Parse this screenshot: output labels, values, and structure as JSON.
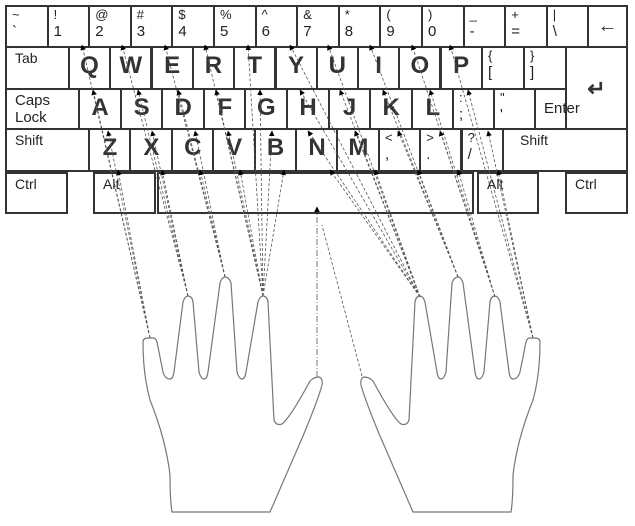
{
  "keyboard": {
    "number_row": [
      {
        "top": "~",
        "bot": "`"
      },
      {
        "top": "!",
        "bot": "1"
      },
      {
        "top": "@",
        "bot": "2"
      },
      {
        "top": "#",
        "bot": "3"
      },
      {
        "top": "$",
        "bot": "4"
      },
      {
        "top": "%",
        "bot": "5"
      },
      {
        "top": "^",
        "bot": "6"
      },
      {
        "top": "&",
        "bot": "7"
      },
      {
        "top": "*",
        "bot": "8"
      },
      {
        "top": "(",
        "bot": "9"
      },
      {
        "top": ")",
        "bot": "0"
      },
      {
        "top": "_",
        "bot": "-"
      },
      {
        "top": "+",
        "bot": "="
      },
      {
        "top": "|",
        "bot": "\\"
      }
    ],
    "backspace": "←",
    "tab": "Tab",
    "row_q": [
      "Q",
      "W",
      "E",
      "R",
      "T",
      "Y",
      "U",
      "I",
      "O",
      "P"
    ],
    "brackets": [
      {
        "top": "{",
        "bot": "["
      },
      {
        "top": "}",
        "bot": "]"
      }
    ],
    "caps": "Caps Lock",
    "row_a": [
      "A",
      "S",
      "D",
      "F",
      "G",
      "H",
      "J",
      "K",
      "L"
    ],
    "punct_a": [
      {
        "top": ":",
        "bot": ";"
      },
      {
        "top": "\"",
        "bot": "'"
      }
    ],
    "enter": "Enter",
    "enter_arrow": "↵",
    "shift_left": "Shift",
    "row_z": [
      "Z",
      "X",
      "C",
      "V",
      "B",
      "N",
      "M"
    ],
    "punct_z": [
      {
        "top": "<",
        "bot": ","
      },
      {
        "top": ">",
        "bot": "."
      },
      {
        "top": "?",
        "bot": "/"
      }
    ],
    "shift_right": "Shift",
    "ctrl_left": "Ctrl",
    "alt_left": "Alt",
    "alt_right": "Alt",
    "ctrl_right": "Ctrl"
  }
}
